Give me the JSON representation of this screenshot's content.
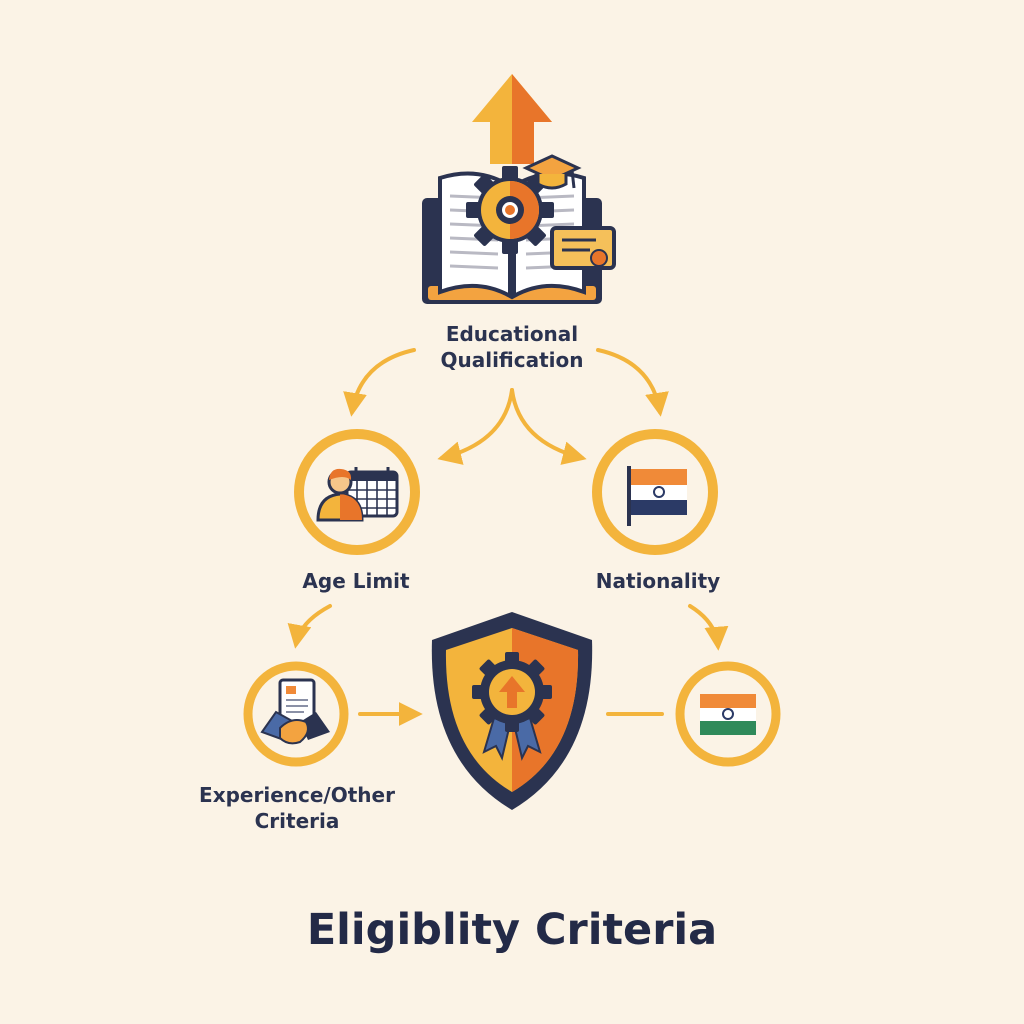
{
  "title": "Eligiblity Criteria",
  "nodes": {
    "education": {
      "line1": "Educational",
      "line2": "Qualification",
      "icon": "book-gear-icon"
    },
    "age": {
      "label": "Age Limit",
      "icon": "person-calendar-icon"
    },
    "nationality": {
      "label": "Nationality",
      "icon": "flag-icon"
    },
    "experience": {
      "line1": "Experience/Other",
      "line2": "Criteria",
      "icon": "handshake-document-icon"
    },
    "center": {
      "icon": "shield-badge-icon"
    },
    "final": {
      "icon": "india-flag-icon"
    }
  },
  "colors": {
    "background": "#fbf3e6",
    "accent": "#f3b43c",
    "accent_dark": "#e8752a",
    "navy": "#2b3350",
    "flag_saffron": "#f08a38",
    "flag_green": "#2f8a5a"
  }
}
